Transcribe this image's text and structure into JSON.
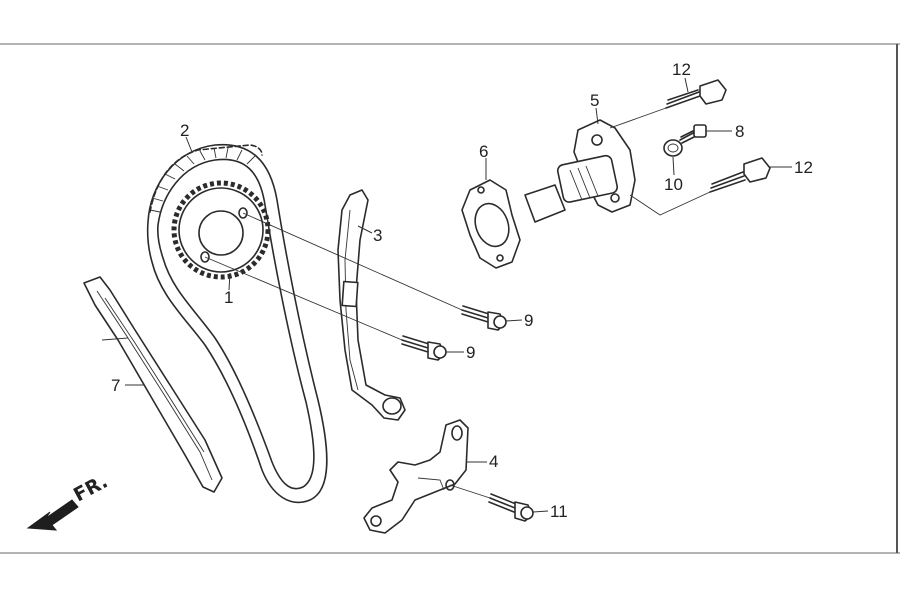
{
  "diagram": {
    "direction_label": "FR.",
    "callouts": {
      "c1": "1",
      "c2": "2",
      "c3": "3",
      "c4": "4",
      "c5": "5",
      "c6": "6",
      "c7": "7",
      "c8": "8",
      "c9a": "9",
      "c9b": "9",
      "c10": "10",
      "c11": "11",
      "c12a": "12",
      "c12b": "12"
    }
  }
}
